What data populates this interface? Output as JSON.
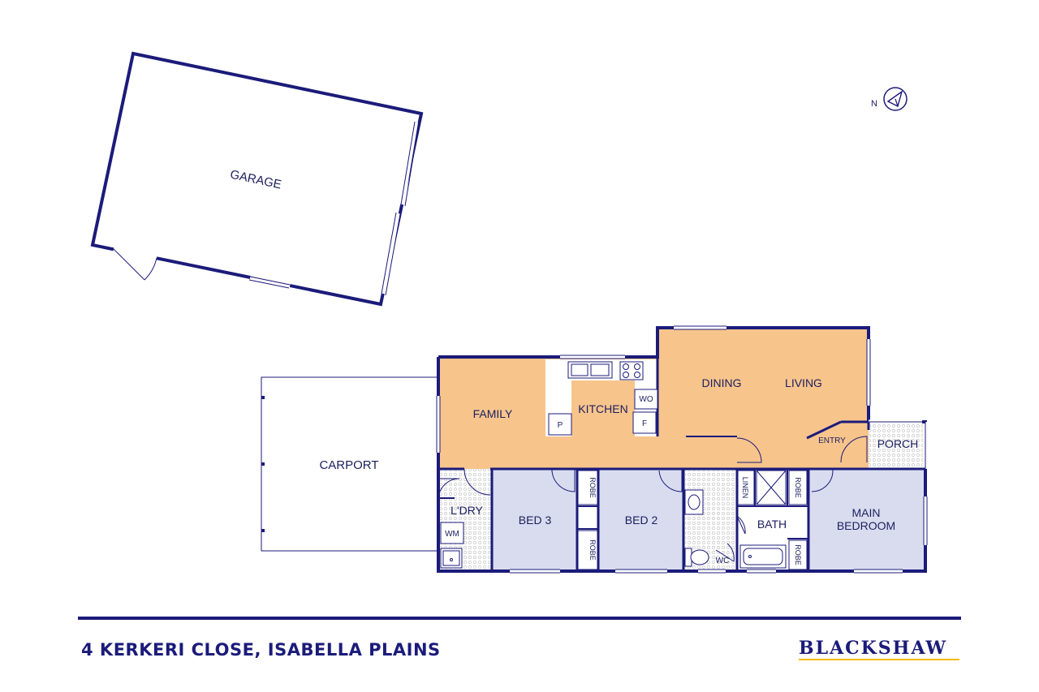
{
  "rooms": {
    "garage": "GARAGE",
    "carport": "CARPORT",
    "family": "FAMILY",
    "kitchen": "KITCHEN",
    "dining": "DINING",
    "living": "LIVING",
    "entry": "ENTRY",
    "porch": "PORCH",
    "laundry": "L'DRY",
    "bed3": "BED 3",
    "bed2": "BED 2",
    "bath": "BATH",
    "main_bedroom_line1": "MAIN",
    "main_bedroom_line2": "BEDROOM",
    "wc": "WC"
  },
  "fixtures": {
    "wo": "WO",
    "fridge": "F",
    "pantry": "P",
    "washing_machine": "WM",
    "robe": "ROBE",
    "linen": "LINEN"
  },
  "compass": {
    "label": "N"
  },
  "footer": {
    "address": "4 KERKERI CLOSE, ISABELLA PLAINS",
    "brand": "BLACKSHAW"
  },
  "colors": {
    "wall": "#1b1b7a",
    "living_fill": "#f7c48c",
    "bedroom_fill": "#d9dcef",
    "wet_fill": "#e6e6e6",
    "brand_accent": "#f5b800"
  }
}
